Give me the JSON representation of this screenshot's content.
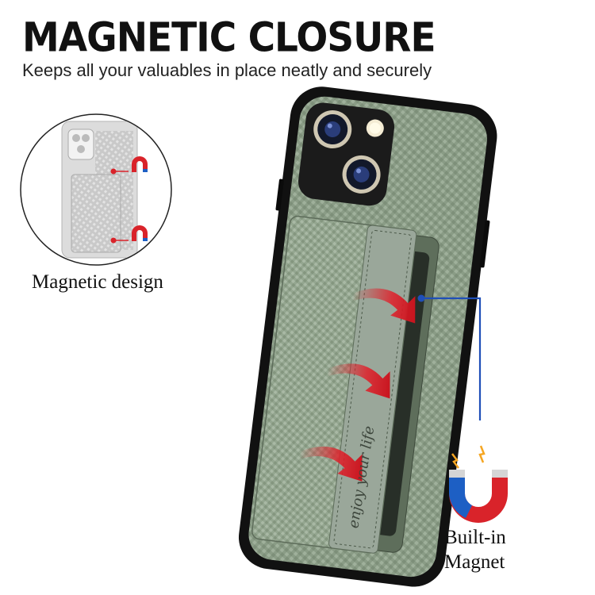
{
  "header": {
    "title": "MAGNETIC CLOSURE",
    "subtitle": "Keeps all your valuables in place neatly and securely"
  },
  "inset": {
    "caption": "Magnetic design"
  },
  "callout": {
    "line1": "Built-in",
    "line2": "Magnet"
  },
  "product": {
    "card_imprint": "enjoy your life",
    "case_color": "#8fa08a",
    "bumper_color": "#111111",
    "magnet_colors": [
      "#d9232a",
      "#1d5fc4",
      "#c8c8c8"
    ],
    "arrow_color": "#e0202a",
    "leader_color": "#1f4fb8"
  }
}
